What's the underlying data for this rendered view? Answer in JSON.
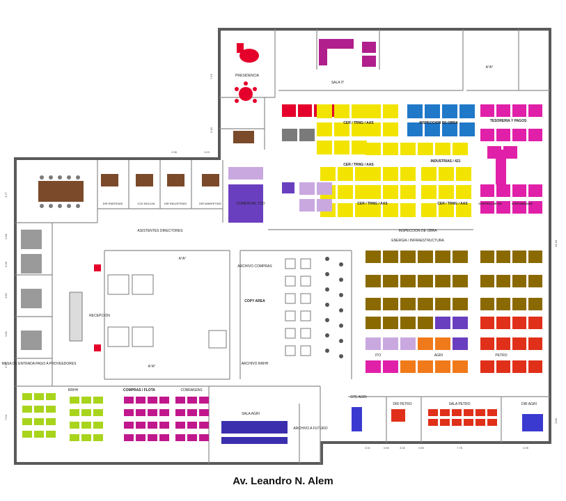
{
  "colors": {
    "wall": "#5a5a5a",
    "thin_wall": "#8a8a8a",
    "presidencia": "#e4002b",
    "sala_it": "#b01f8c",
    "cer": "#f2e400",
    "obra": "#1f78c8",
    "tesoreria": "#e020a8",
    "comercial": "#6a3fbf",
    "lavender": "#c9a8e0",
    "energia": "#8a6a00",
    "orange": "#f07a1a",
    "petro_red": "#e0301a",
    "lime": "#a8d41c",
    "magenta": "#c0188c",
    "agri_purple": "#3b2fae",
    "blue_dir": "#3a3ad0",
    "brown": "#7a4a2a",
    "grey_chair": "#7a7a7a"
  },
  "labels": {
    "presidencia": "PRESIDENCIA",
    "sala_it": "SALA IT",
    "cer1": "CER / TRNG / AAS",
    "inspeccion_obra": "INSPECCION DE OBRA",
    "tesoreria": "TESORERIA Y PAGOS",
    "cer2": "CER / TRNG / AAS",
    "industrias": "INDUSTRIAS / 421",
    "cer3": "CER / TRNG / AAS",
    "cer4": "CER / TRNG / AAS",
    "control": "CONTROL DE GS",
    "contabilidad": "CONTABILIDAD",
    "inspeccion_obra2": "INSPECCION DE OBRA",
    "energia": "ENERGIA / INFRAESTRUCTURA",
    "comercial": "COMERCIAL TDD",
    "asistentes": "ASISTENTES DIRECTORES",
    "dir_energias": "DIR ENERGIAS",
    "cce_bolivia": "CCE BOLIVIA",
    "dir_industrias": "DIR INDUSTRIAS",
    "dir_marketing": "DIR MARKETING",
    "aa1": "A°A°",
    "aa2": "A°A°",
    "aa3": "A°A°",
    "archivo_compras": "ARCHIVO COMPRAS",
    "copy_area": "COPY AREA",
    "archivo_rrhh": "ARCHIVO RRHH",
    "recepcion": "RECEPCION",
    "mesa_entrada": "MESA DE ENTRADA PAGO A PROVEEDORES",
    "rrhh": "RRHH",
    "compras": "COMPRAS / FLOTA",
    "cobranzas": "COBRANZAS",
    "sala_agri": "SALA AGRI",
    "archivo_futuro": "ARCHIVO A FUTURO",
    "gte_agri": "GTE AGRI",
    "dir_petro": "DIR PETRO",
    "sala_petro": "SALA PETRO",
    "dir_agri": "DIR AGRI",
    "ito": "ITO",
    "agri": "AGRI",
    "petro": "PETRO"
  },
  "dimensions": {
    "d_715": "7.15",
    "d_540": "5.40",
    "d_298": "2.98",
    "d_323": "3.23",
    "d_377": "3.77",
    "d_286": "2.86",
    "d_336": "3.36",
    "d_382a": "3.82",
    "d_382b": "3.82",
    "d_372": "3.72",
    "d_764": "7.64",
    "d_3330": "33.30",
    "d_380": "3.80",
    "d_331": "3.31",
    "d_050a": "0.50",
    "d_332": "3.32",
    "d_050b": "0.50",
    "d_778": "7.78",
    "d_435": "4.35"
  },
  "street": "Av. Leandro N. Alem"
}
